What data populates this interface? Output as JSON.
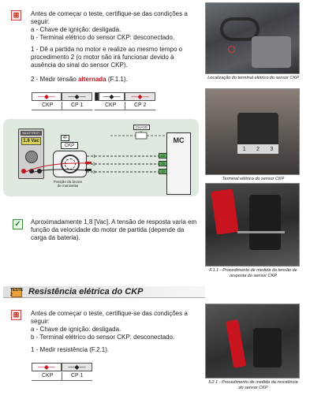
{
  "section1": {
    "intro": "Antes de começar o teste, certifique-se das condições a seguir:",
    "cond_a": "a - Chave de ignição: desligada.",
    "cond_b": "b - Terminal elétrico do sensor CKP: desconectado.",
    "step1": "1 - Dê a partida no motor e realize ao mesmo tempo o procedimento 2 (o motor não irá funcionar devido à ausência do sinal do sensor CKP).",
    "step2_prefix": "2 - Medir tensão",
    "step2_highlight": "alternada",
    "step2_suffix": "(F.1.1).",
    "strip_left": {
      "label1": "CKP",
      "label2": "CP 1"
    },
    "strip_right": {
      "label1": "CKP",
      "label2": "CP 2"
    }
  },
  "diagram": {
    "chave_label": "CHAVE",
    "ckp_label": "CKP",
    "ckp_code": "4F",
    "pin_labels": [
      "1",
      "2",
      "3"
    ],
    "mc_label": "MC",
    "mc_pins": [
      "22",
      "15",
      "33"
    ],
    "position_note": "Posição da árvore de manivelas",
    "meter_brand": "MULTITEST",
    "meter_reading": "1.8 Vac"
  },
  "result": {
    "text": "Aproximadamente 1,8 [Vac]. A tensão de resposta varia em função da velocidade do motor de partida (depende da carga da bateria)."
  },
  "photos": {
    "caption1": "Localização do terminal elétrico do sensor CKP",
    "caption2": "Terminal elétrico do sensor CKP",
    "caption2_pins": [
      "1",
      "2",
      "3"
    ],
    "caption3": "F.1.1 - Procedimento de medida da tensão de resposta do sensor CKP",
    "caption4": "F.2.1 - Procedimento de medida da resistência do sensor CKP"
  },
  "section2": {
    "badge": "TESTE 2",
    "title": "Resistência elétrica do CKP",
    "intro": "Antes de começar o teste, certifique-se das condições a seguir:",
    "cond_a": "a - Chave de ignição: desligada.",
    "cond_b": "b - Terminal elétrico do sensor CKP: desconectado.",
    "step1": "1 - Medir resistência (F.2.1).",
    "strip": {
      "label1": "CKP",
      "label2": "CP 1"
    }
  },
  "colors": {
    "accent_red": "#c8141e",
    "diagram_bg": "#dfe9df",
    "badge_orange": "#e8a13b"
  }
}
